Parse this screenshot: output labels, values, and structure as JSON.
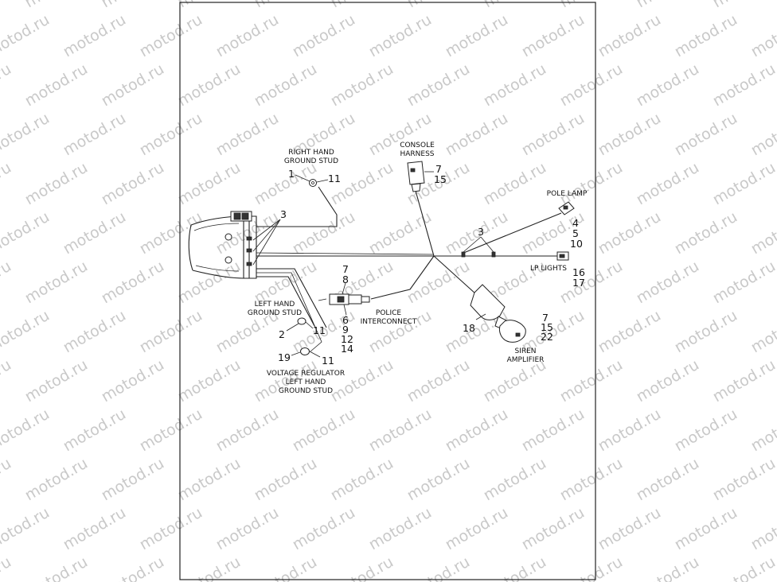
{
  "watermark": "motod.ru",
  "labels": {
    "right_hand_ground_stud": [
      "RIGHT HAND",
      "GROUND STUD"
    ],
    "console_harness": [
      "CONSOLE",
      "HARNESS"
    ],
    "pole_lamp": "POLE LAMP",
    "lp_lights": "LP LIGHTS",
    "left_hand_ground_stud": [
      "LEFT HAND",
      "GROUND STUD"
    ],
    "police_interconnect": [
      "POLICE",
      "INTERCONNECT"
    ],
    "siren_amplifier": [
      "SIREN",
      "AMPLIFIER"
    ],
    "voltage_regulator_ground_stud": [
      "VOLTAGE REGULATOR",
      "LEFT HAND",
      "GROUND STUD"
    ]
  },
  "callouts": {
    "rh_stud_part": "1",
    "rh_stud_nut": "11",
    "frame_clips": "3",
    "console_a": "7",
    "console_b": "15",
    "branch_clips": "3",
    "pole_lamp_a": "4",
    "pole_lamp_b": "5",
    "pole_lamp_c": "10",
    "lp_a": "16",
    "lp_b": "17",
    "police_a": "7",
    "police_b": "8",
    "police_c": "6",
    "police_d": "9",
    "police_e": "12",
    "police_f": "14",
    "lh_stud_part": "2",
    "lh_stud_nut": "11",
    "vr_stud_part": "19",
    "vr_stud_nut": "11",
    "siren_connector": "18",
    "siren_a": "7",
    "siren_b": "15",
    "siren_c": "22"
  }
}
